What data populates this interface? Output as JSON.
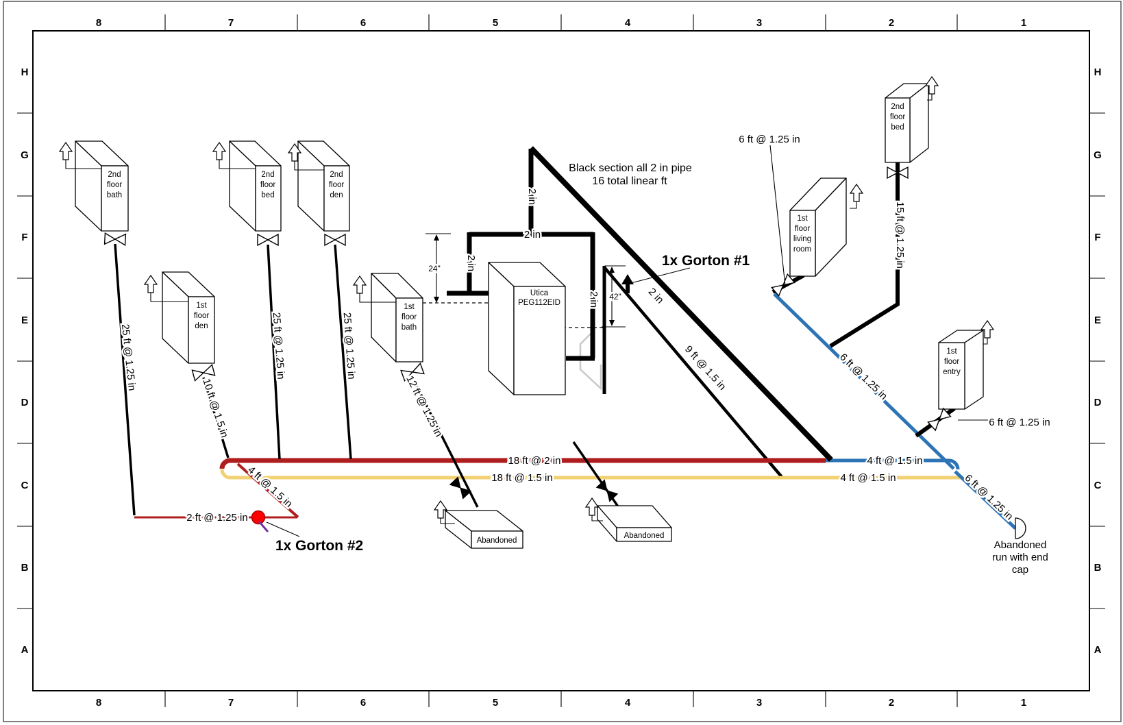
{
  "grid": {
    "cols": [
      "8",
      "7",
      "6",
      "5",
      "4",
      "3",
      "2",
      "1"
    ],
    "rows": [
      "H",
      "G",
      "F",
      "E",
      "D",
      "C",
      "B",
      "A"
    ]
  },
  "colors": {
    "pipe_black": "#000000",
    "pipe_red": "#AF1E1E",
    "pipe_yellow": "#F2D173",
    "pipe_blue": "#2E74B5",
    "vent_purple": "#7030A0",
    "gorton_red": "#FF0000",
    "abandoned_gray": "#C8C8C8"
  },
  "boiler": {
    "name_line1": "Utica",
    "name_line2": "PEG112EID"
  },
  "radiators": {
    "bath2": {
      "l1": "2nd",
      "l2": "floor",
      "l3": "bath",
      "run": "25 ft @ 1.25 in"
    },
    "bed2": {
      "l1": "2nd",
      "l2": "floor",
      "l3": "bed",
      "run": "25 ft @ 1.25 in"
    },
    "den2": {
      "l1": "2nd",
      "l2": "floor",
      "l3": "den",
      "run": "25 ft @ 1.25 in"
    },
    "den1": {
      "l1": "1st",
      "l2": "floor",
      "l3": "den",
      "run": "10 ft @ 1.5 in"
    },
    "bath1": {
      "l1": "1st",
      "l2": "floor",
      "l3": "bath",
      "run": "12 ft @ 1.25 in"
    },
    "living1": {
      "l1": "1st",
      "l2": "floor",
      "l3": "living",
      "l4": "room",
      "run": "6 ft @ 1.25 in"
    },
    "bed2r": {
      "l1": "2nd",
      "l2": "floor",
      "l3": "bed",
      "run": "15 ft @ 1.25 in"
    },
    "entry1": {
      "l1": "1st",
      "l2": "floor",
      "l3": "entry",
      "run": "6 ft @ 1.25 in"
    }
  },
  "mains": {
    "red_main": "18 ft @ 2 in",
    "yellow_main": "18 ft @ 1.5 in",
    "red_branch": "4 ft @ 1.5 in",
    "red_stub": "2 ft @ 1.25 in",
    "blue_horiz": "4 ft @ 1.5 in",
    "yellow_right": "4 ft @ 1.5 in",
    "blue_lower": "6 ft @ 1.25 in",
    "yellow_diag": "9 ft @ 1.5 in"
  },
  "sizes": {
    "two_in": "2 in",
    "dim24": "24\"",
    "dim42": "42\""
  },
  "annotations": {
    "black_note_line1": "Black section all 2 in pipe",
    "black_note_line2": "16 total linear ft",
    "gorton1": "1x Gorton #1",
    "gorton2": "1x Gorton #2",
    "abandoned": "Abandoned",
    "endcap_l1": "Abandoned",
    "endcap_l2": "run with end",
    "endcap_l3": "cap"
  }
}
